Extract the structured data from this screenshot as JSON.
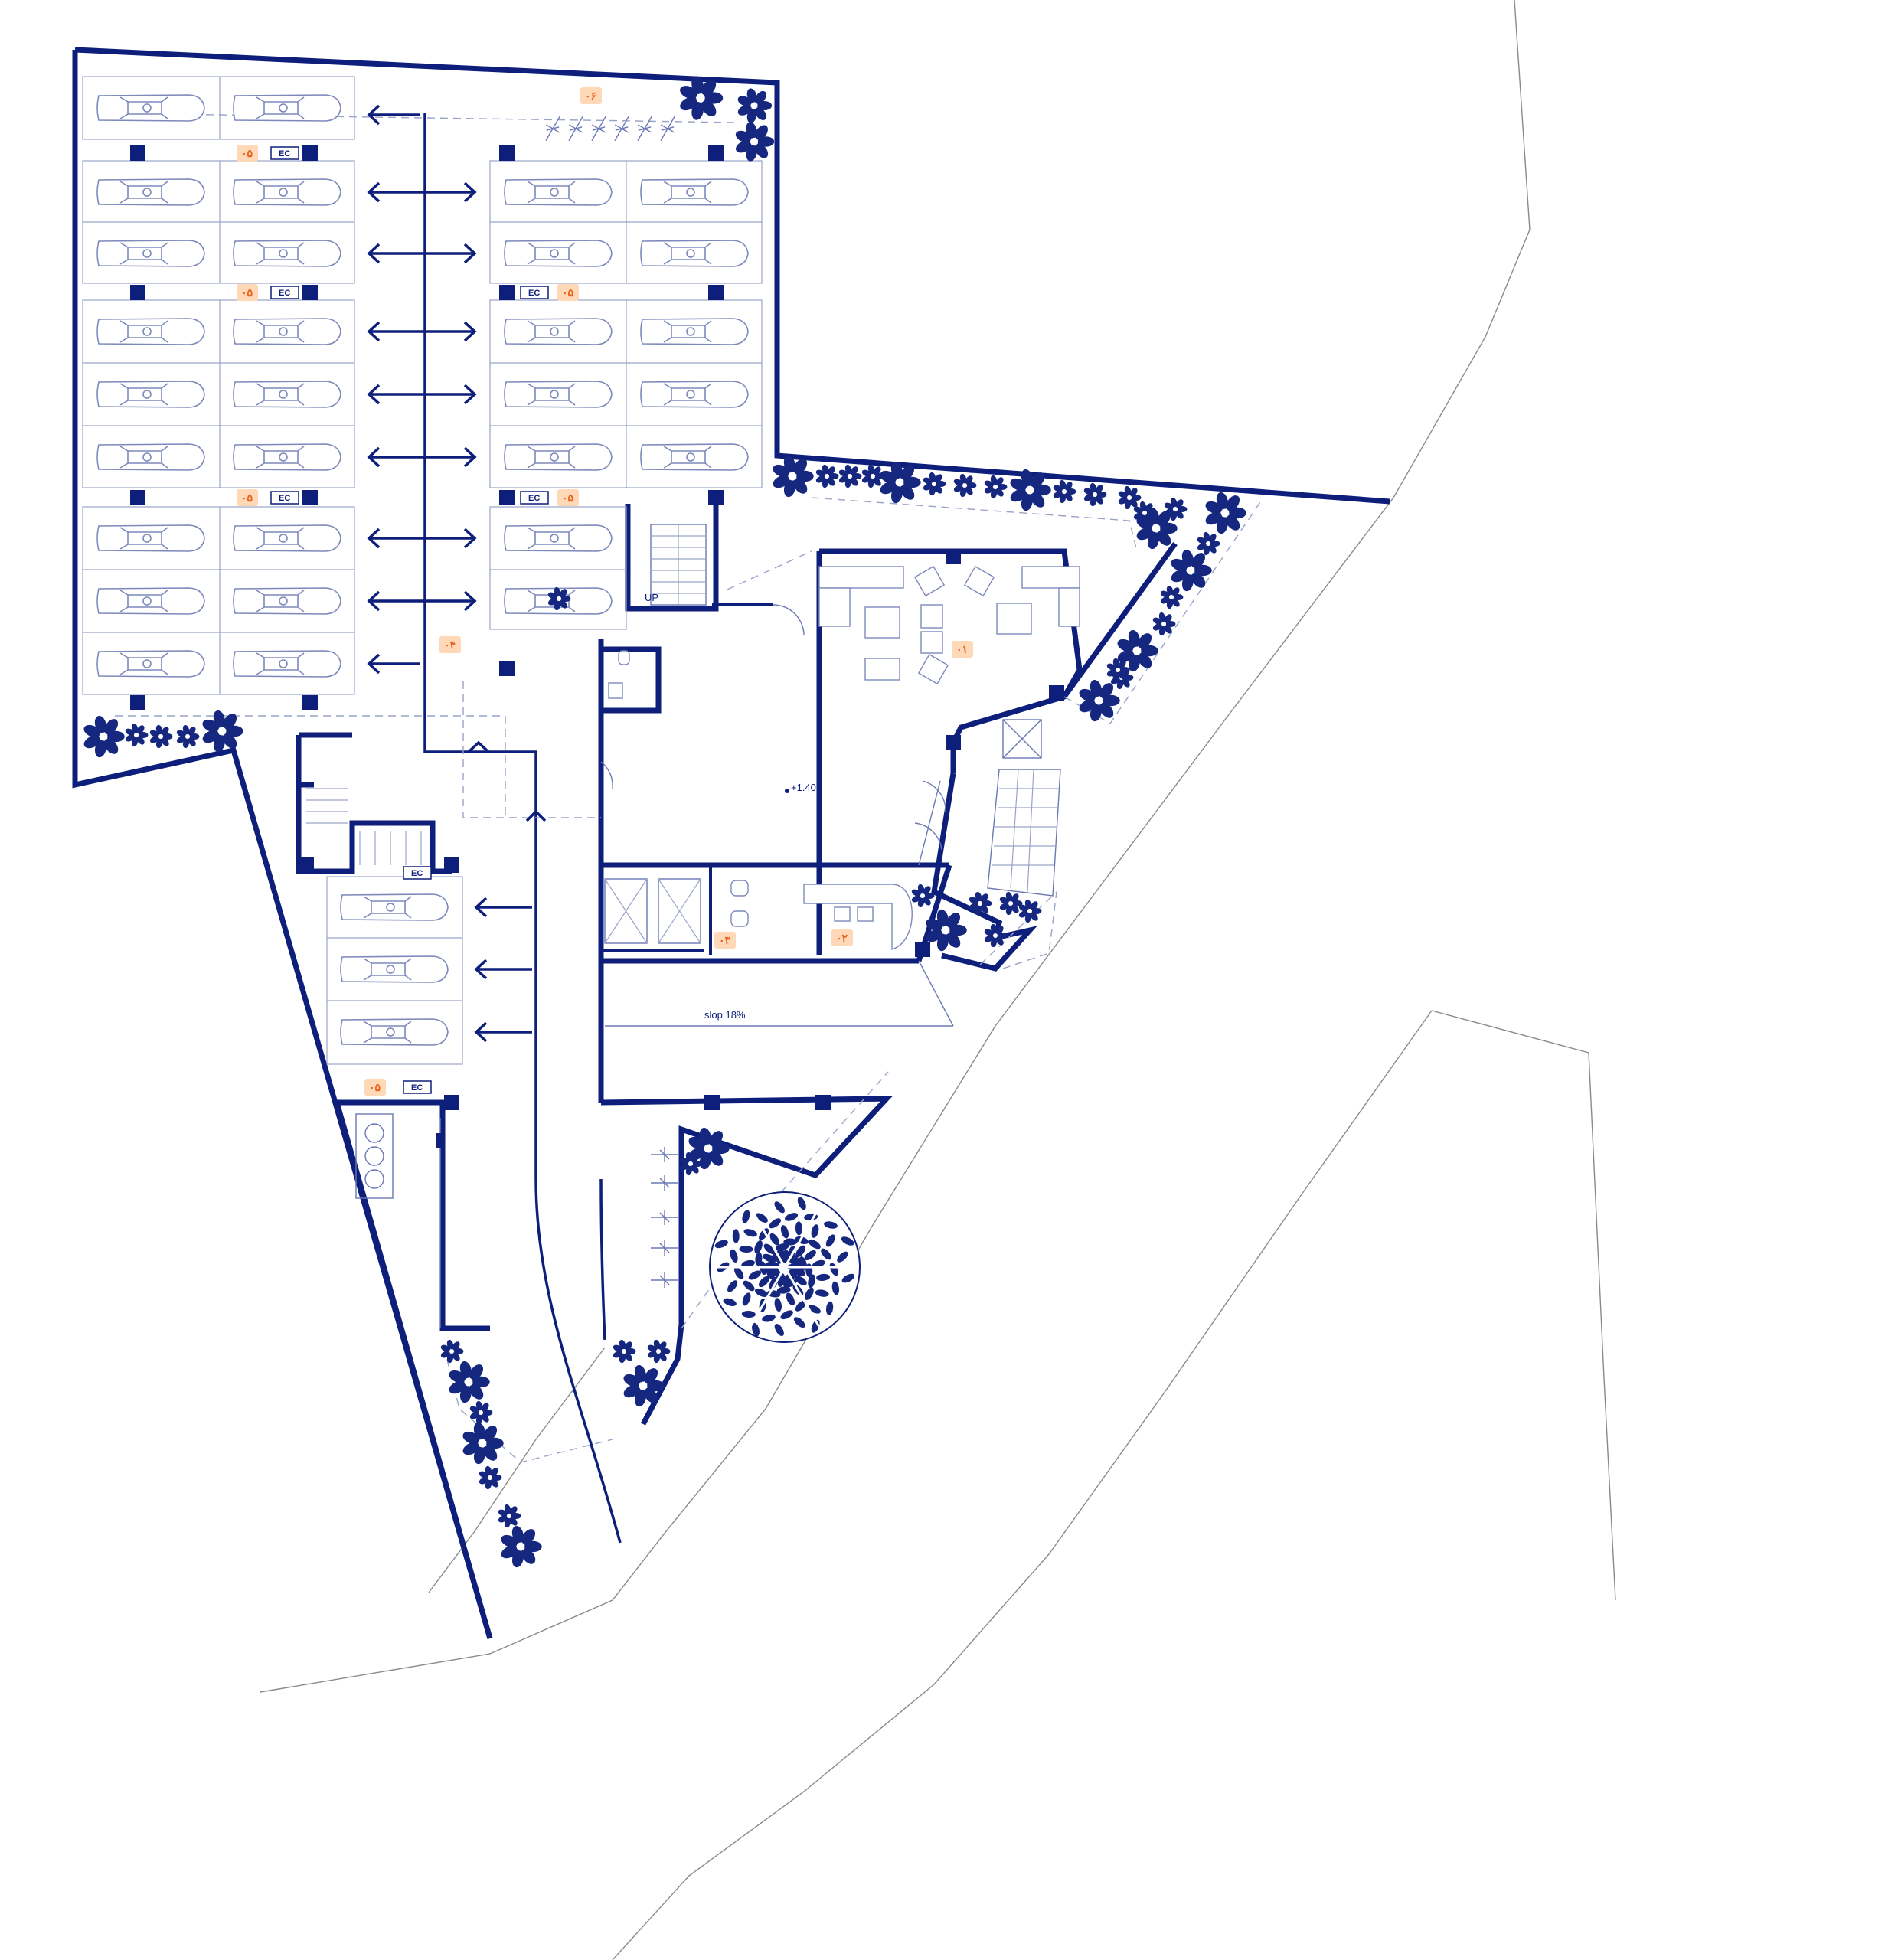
{
  "plan": {
    "slope_label": "slop 18%",
    "level_label": "+1.40",
    "ec_label": "EC",
    "stair_label": "UP",
    "tags": [
      "۰۱",
      "۰۲",
      "۰۳",
      "۰۴",
      "۰۵",
      "۰۶"
    ]
  },
  "colors": {
    "wall": "#0d1f7a",
    "tag_bg": "#ffd8b8",
    "tag_text": "#e8601c",
    "site_line": "#8a8a8a"
  }
}
